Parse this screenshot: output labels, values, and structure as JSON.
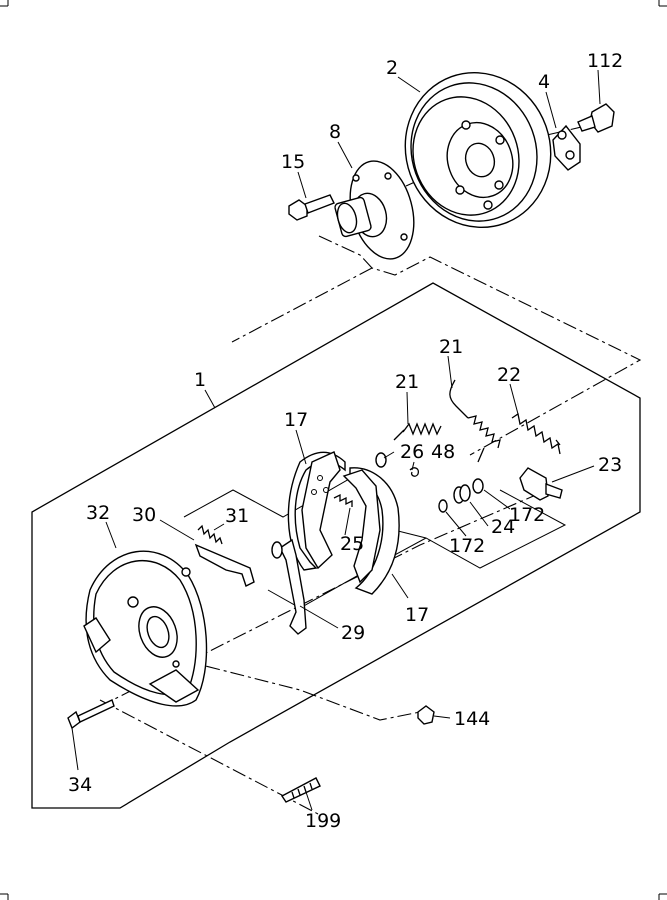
{
  "diagram": {
    "callouts": {
      "p1": "1",
      "p2": "2",
      "p4": "4",
      "p8": "8",
      "p15": "15",
      "p17a": "17",
      "p17b": "17",
      "p21a": "21",
      "p21b": "21",
      "p22": "22",
      "p23": "23",
      "p24": "24",
      "p25": "25",
      "p26": "26",
      "p29": "29",
      "p30": "30",
      "p31": "31",
      "p32": "32",
      "p34": "34",
      "p48": "48",
      "p112": "112",
      "p144": "144",
      "p172a": "172",
      "p172b": "172",
      "p199": "199"
    }
  }
}
